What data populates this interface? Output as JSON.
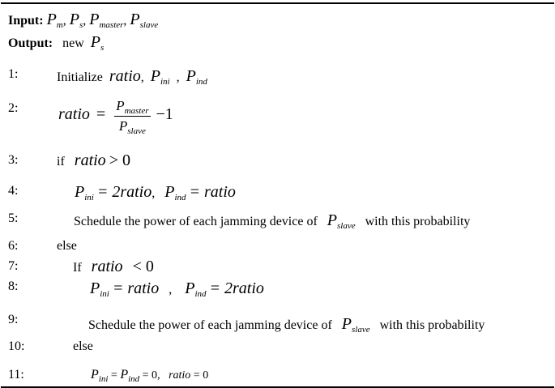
{
  "lines": {
    "input": {
      "label": "Input:",
      "p1": "P",
      "p1s": "m",
      "p2": "P",
      "p2s": "s",
      "p3": "P",
      "p3s": "master",
      "p4": "P",
      "p4s": "slave",
      "sep": ","
    },
    "output": {
      "label": "Output:",
      "text": "new",
      "p": "P",
      "ps": "s"
    },
    "l1": {
      "num": "1:",
      "text": "Initialize",
      "ratio": "ratio",
      "p1": "P",
      "p1s": "ini",
      "p2": "P",
      "p2s": "ind"
    },
    "l2": {
      "num": "2:",
      "ratio": "ratio",
      "eq": "=",
      "num_p": "P",
      "num_s": "master",
      "den_p": "P",
      "den_s": "slave",
      "minus": "−1"
    },
    "l3": {
      "num": "3:",
      "kw": "if",
      "ratio": "ratio",
      "op": "> 0"
    },
    "l4": {
      "num": "4:",
      "p1": "P",
      "p1s": "ini",
      "eq1": "= 2ratio",
      "p2": "P",
      "p2s": "ind",
      "eq2": "= ratio"
    },
    "l5": {
      "num": "5:",
      "pre": "Schedule the power of each jamming device of",
      "p": "P",
      "ps": "slave",
      "post": "with this probability"
    },
    "l6": {
      "num": "6:",
      "kw": "else"
    },
    "l7": {
      "num": "7:",
      "kw": "If",
      "ratio": "ratio",
      "op": "< 0"
    },
    "l8": {
      "num": "8:",
      "p1": "P",
      "p1s": "ini",
      "eq1": "= ratio",
      "p2": "P",
      "p2s": "ind",
      "eq2": "= 2ratio"
    },
    "l9": {
      "num": "9:",
      "pre": "Schedule the power of each jamming device of",
      "p": "P",
      "ps": "slave",
      "post": "with this probability"
    },
    "l10": {
      "num": "10:",
      "kw": "else"
    },
    "l11": {
      "num": "11:",
      "p1": "P",
      "p1s": "ini",
      "eq1": "=",
      "p2": "P",
      "p2s": "ind",
      "eq2": "= 0",
      "ratio": "ratio",
      "eq3": "= 0"
    }
  }
}
